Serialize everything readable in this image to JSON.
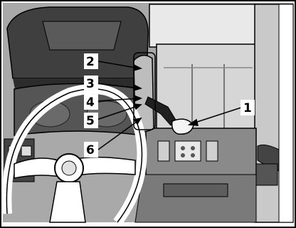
{
  "callouts": [
    {
      "number": "1"
    },
    {
      "number": "2"
    },
    {
      "number": "3"
    },
    {
      "number": "4"
    },
    {
      "number": "5"
    },
    {
      "number": "6"
    }
  ],
  "colors": {
    "background": "#ffffff",
    "line": "#000000",
    "dash_dark": "#555555",
    "dash_mid": "#8a8a8a",
    "dash_light": "#bdbdbd",
    "panel": "#d6d6d6",
    "window": "#e9e9e9"
  }
}
